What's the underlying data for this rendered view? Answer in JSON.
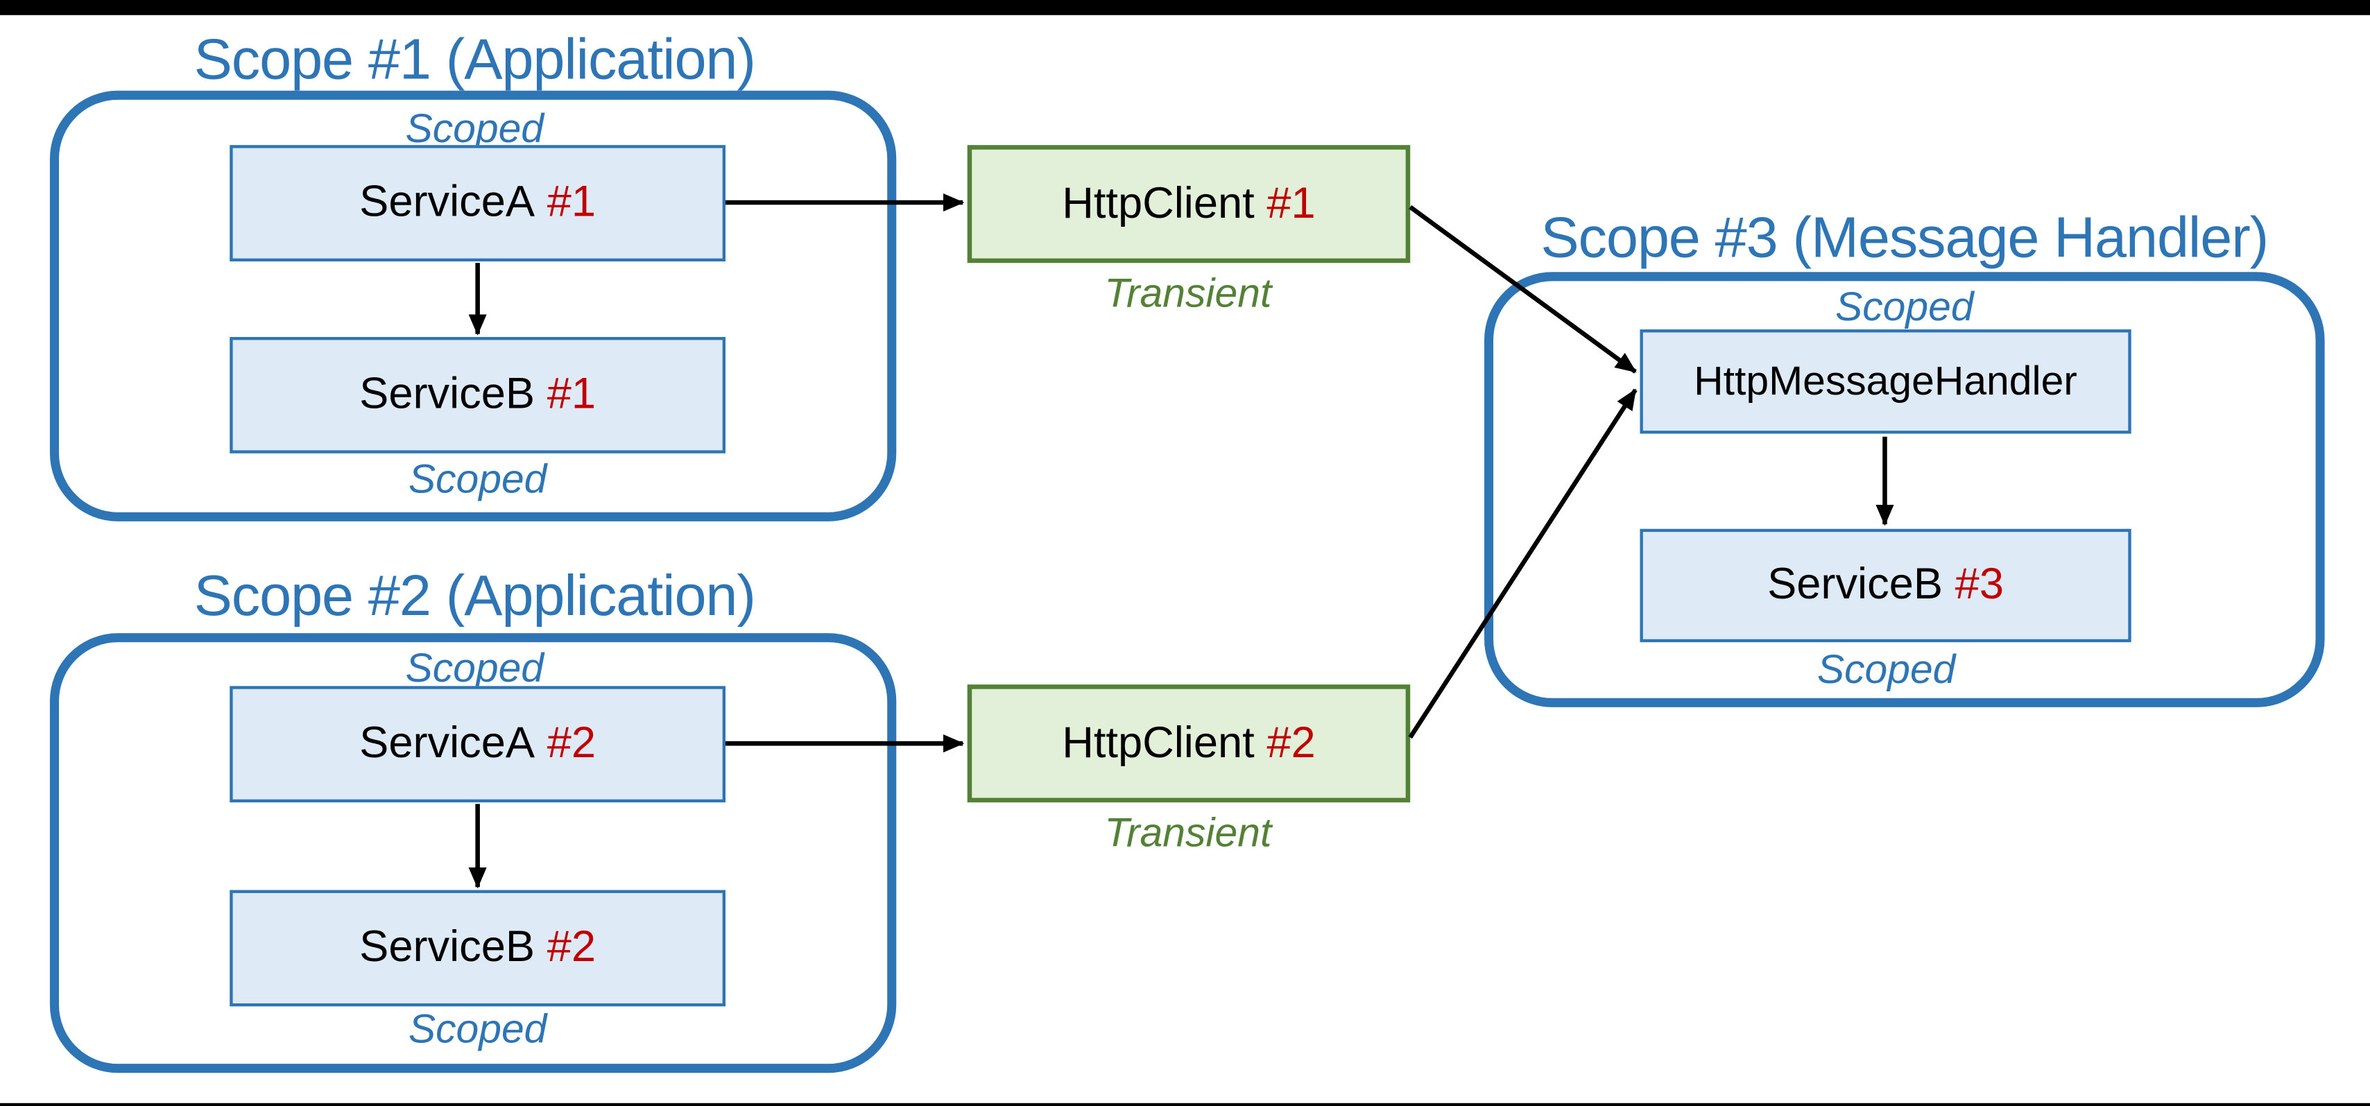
{
  "colors": {
    "accent_blue": "#2E75B6",
    "node_blue_fill": "#DEEAF6",
    "accent_green": "#538135",
    "node_green_fill": "#E2EFD9",
    "instance_red": "#C00000",
    "arrow_black": "#000000",
    "letterbox_black": "#000000"
  },
  "scope1": {
    "title": "Scope #1 (Application)",
    "scoped_label_top": "Scoped",
    "scoped_label_bottom": "Scoped",
    "nodes": {
      "service_a": {
        "label": "ServiceA",
        "instance": "#1"
      },
      "service_b": {
        "label": "ServiceB",
        "instance": "#1"
      }
    }
  },
  "scope2": {
    "title": "Scope #2 (Application)",
    "scoped_label_top": "Scoped",
    "scoped_label_bottom": "Scoped",
    "nodes": {
      "service_a": {
        "label": "ServiceA",
        "instance": "#2"
      },
      "service_b": {
        "label": "ServiceB",
        "instance": "#2"
      }
    }
  },
  "scope3": {
    "title": "Scope #3 (Message Handler)",
    "scoped_label_top": "Scoped",
    "scoped_label_bottom": "Scoped",
    "nodes": {
      "http_message_handler": {
        "label": "HttpMessageHandler",
        "instance": ""
      },
      "service_b": {
        "label": "ServiceB",
        "instance": "#3"
      }
    }
  },
  "http_client1": {
    "label": "HttpClient",
    "instance": "#1",
    "lifetime": "Transient"
  },
  "http_client2": {
    "label": "HttpClient",
    "instance": "#2",
    "lifetime": "Transient"
  },
  "edges": [
    {
      "from": "scope1.service_a",
      "to": "scope1.service_b"
    },
    {
      "from": "scope1.service_a",
      "to": "http_client1"
    },
    {
      "from": "http_client1",
      "to": "scope3.http_message_handler"
    },
    {
      "from": "scope2.service_a",
      "to": "scope2.service_b"
    },
    {
      "from": "scope2.service_a",
      "to": "http_client2"
    },
    {
      "from": "http_client2",
      "to": "scope3.http_message_handler"
    },
    {
      "from": "scope3.http_message_handler",
      "to": "scope3.service_b"
    }
  ]
}
